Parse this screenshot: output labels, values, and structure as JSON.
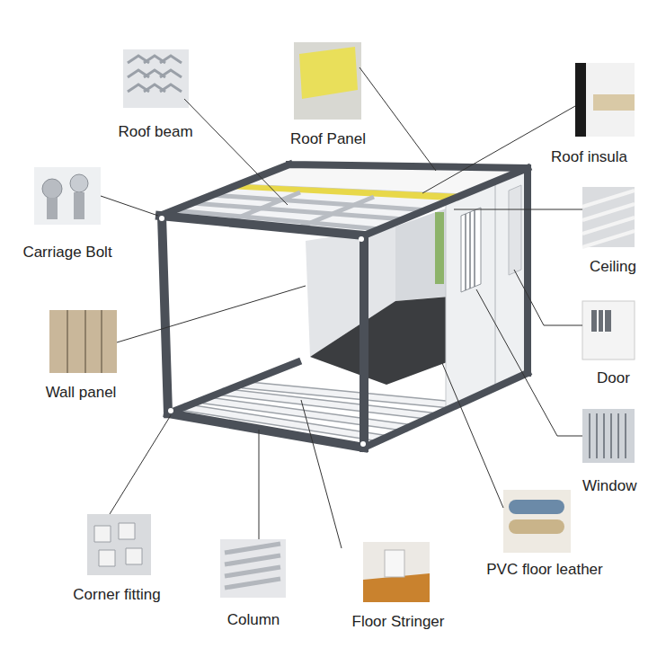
{
  "diagram": {
    "labels": [
      "Roof beam",
      "Roof Panel",
      "Roof insula",
      "Carriage Bolt",
      "Ceiling",
      "Wall panel",
      "Door",
      "Window",
      "PVC floor leather",
      "Corner fitting",
      "Column",
      "Floor Stringer"
    ]
  }
}
